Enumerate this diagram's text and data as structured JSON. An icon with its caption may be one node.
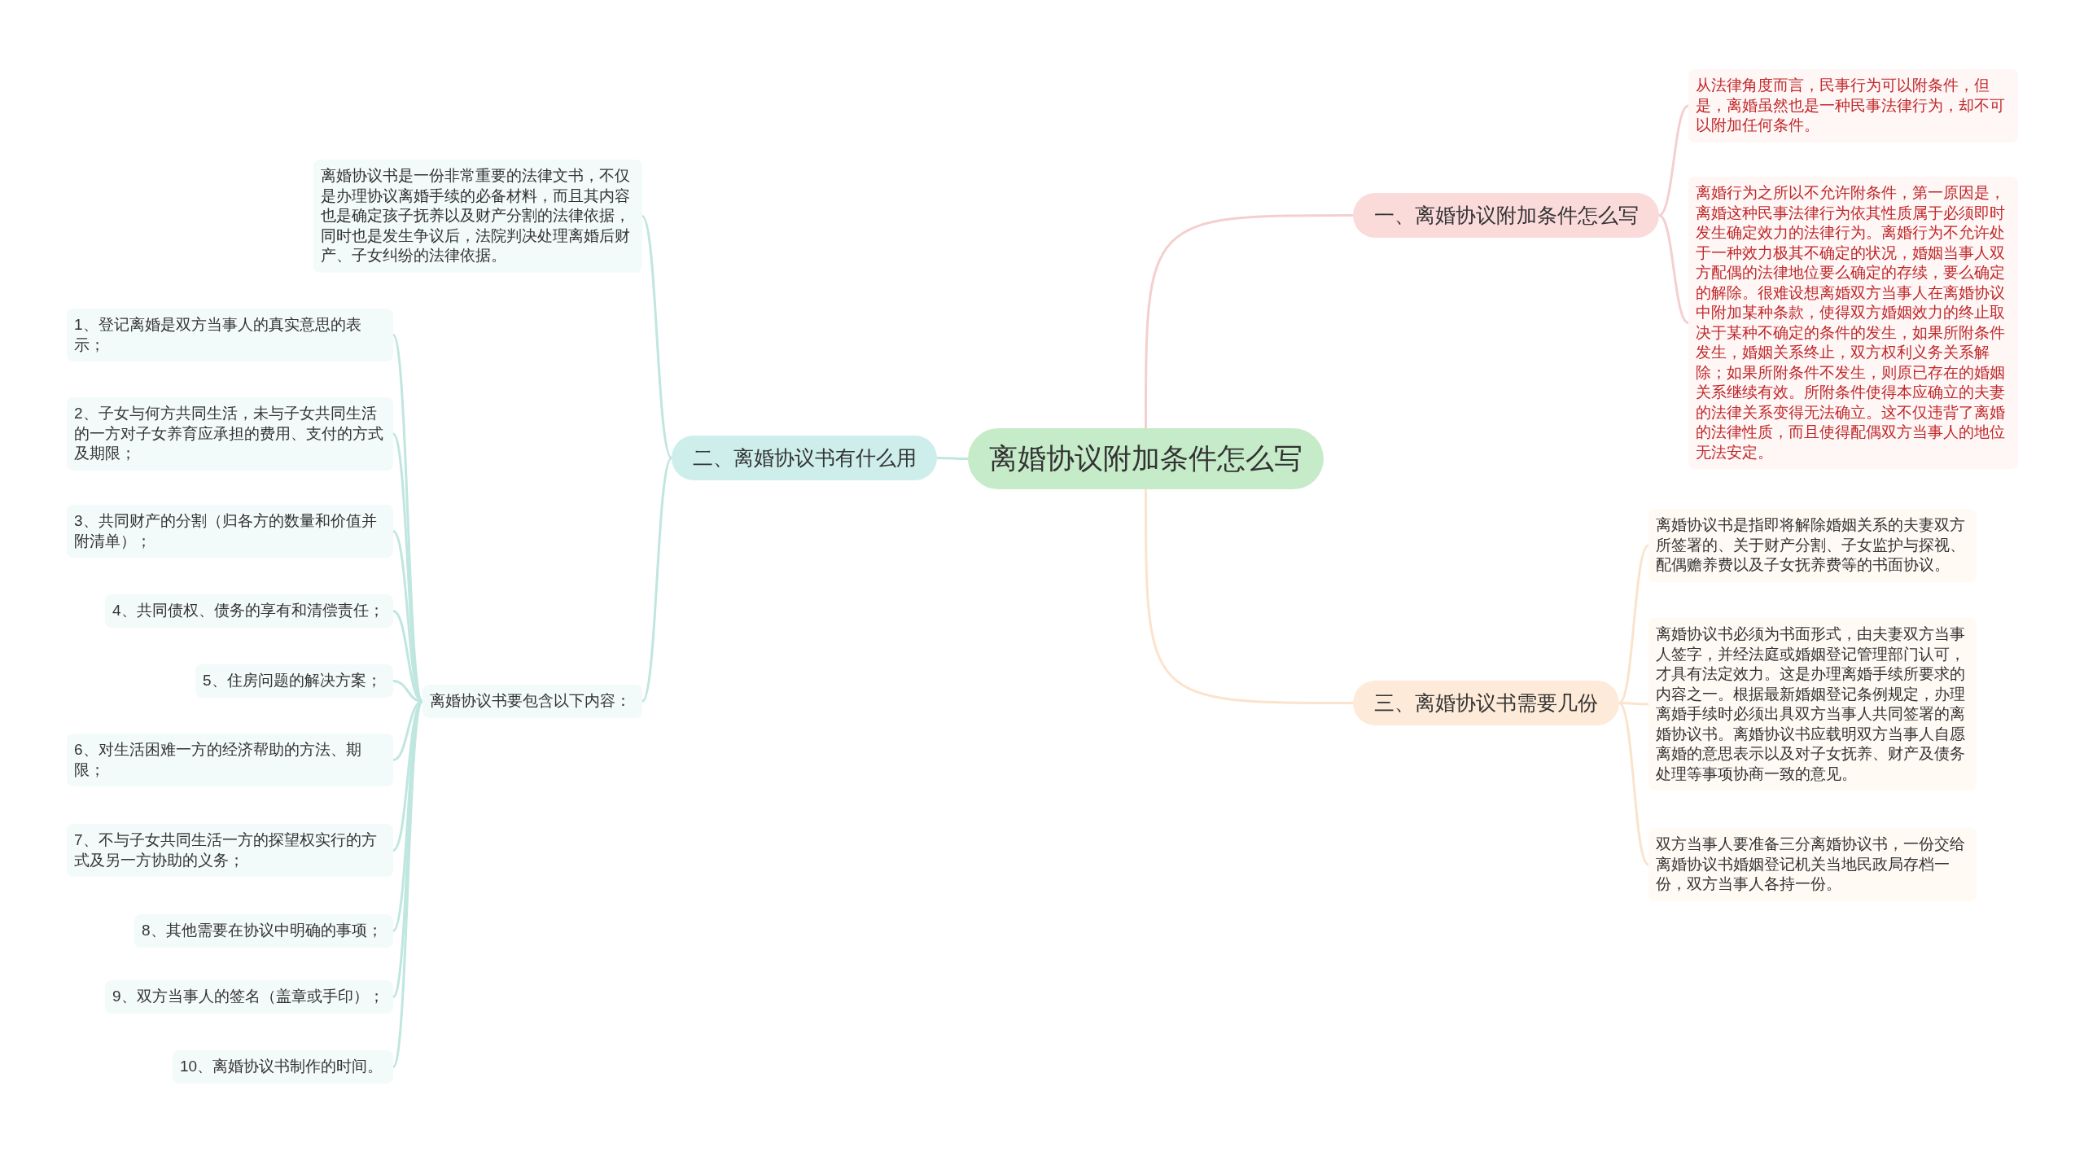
{
  "diagram": {
    "nodes": [
      {
        "text": [
          "离婚协议附加条件怎么写"
        ]
      },
      {
        "text": [
          "一、离婚协议附加条件怎么写"
        ]
      },
      {
        "text": [
          "从法律角度而言，民事行为可以附条件，但是，离婚虽然也是一种民事法律行为，却不可以附加任何条件。"
        ]
      },
      {
        "text": [
          "离婚行为之所以不允许附条件，第一原因是，离婚这种民事法律行为依其性质属于必须即时发生确定效力的法律行为。离婚行为不允许处于一种效力极其不确定的状况，婚姻当事人双方配偶的法律地位要么确定的存续，要么确定的解除。很难设想离婚双方当事人在离婚协议中附加某种条款，使得双方婚姻效力的终止取决于某种不确定的条件的发生，如果所附条件发生，婚姻关系终止，双方权利义务关系解除；如果所附条件不发生，则原已存在的婚姻关系继续有效。所附条件使得本应确立的夫妻的法律关系变得无法确立。这不仅违背了离婚的法律性质，而且使得配偶双方当事人的地位无法安定。"
        ]
      },
      {
        "text": [
          "二、离婚协议书有什么用"
        ]
      },
      {
        "text": [
          "离婚协议书是一份非常重要的法律文书，不仅是办理协议离婚手续的必备材料，而且其内容也是确定孩子抚养以及财产分割的法律依据，同时也是发生争议后，法院判决处理离婚后财产、子女纠纷的法律依据。"
        ]
      },
      {
        "text": [
          "离婚协议书要包含以下内容："
        ]
      },
      {
        "text": [
          "1、登记离婚是双方当事人的真实意思的表示；"
        ]
      },
      {
        "text": [
          "2、子女与何方共同生活，未与子女共同生活的一方对子女养育应承担的费用、支付的方式及期限；"
        ]
      },
      {
        "text": [
          "3、共同财产的分割（归各方的数量和价值并附清单）；"
        ]
      },
      {
        "text": [
          "4、共同债权、债务的享有和清偿责任；"
        ]
      },
      {
        "text": [
          "5、住房问题的解决方案；"
        ]
      },
      {
        "text": [
          "6、对生活困难一方的经济帮助的方法、期限；"
        ]
      },
      {
        "text": [
          "7、不与子女共同生活一方的探望权实行的方式及另一方协助的义务；"
        ]
      },
      {
        "text": [
          "8、其他需要在协议中明确的事项；"
        ]
      },
      {
        "text": [
          "9、双方当事人的签名（盖章或手印）；"
        ]
      },
      {
        "text": [
          "10、离婚协议书制作的时间。"
        ]
      },
      {
        "text": [
          "三、离婚协议书需要几份"
        ]
      },
      {
        "text": [
          "离婚协议书是指即将解除婚姻关系的夫妻双方所签署的、关于财产分割、子女监护与探视、配偶赡养费以及子女抚养费等的书面协议。"
        ]
      },
      {
        "text": [
          "离婚协议书必须为书面形式，由夫妻双方当事人签字，并经法庭或婚姻登记管理部门认可，才具有法定效力。这是办理离婚手续所要求的内容之一。根据最新婚姻登记条例规定，办理离婚手续时必须出具双方当事人共同签署的离婚协议书。离婚协议书应载明双方当事人自愿离婚的意思表示以及对子女抚养、财产及债务处理等事项协商一致的意见。"
        ]
      },
      {
        "text": [
          "双方当事人要准备三分离婚协议书，一份交给离婚协议书婚姻登记机关当地民政局存档一份，双方当事人各持一份。"
        ]
      }
    ],
    "edges": [
      {
        "from": 0,
        "to": 1,
        "arrow": "none",
        "color": "#f5cfcf"
      },
      {
        "from": 1,
        "to": 2,
        "arrow": "none",
        "color": "#f5cfcf"
      },
      {
        "from": 1,
        "to": 3,
        "arrow": "none",
        "color": "#f5cfcf"
      },
      {
        "from": 0,
        "to": 4,
        "arrow": "none"
      },
      {
        "from": 4,
        "to": 5,
        "arrow": "none"
      },
      {
        "from": 4,
        "to": 6,
        "arrow": "none"
      },
      {
        "from": 6,
        "to": 7,
        "arrow": "none"
      },
      {
        "from": 6,
        "to": 8,
        "arrow": "none"
      },
      {
        "from": 6,
        "to": 9,
        "arrow": "none"
      },
      {
        "from": 6,
        "to": 10,
        "arrow": "none"
      },
      {
        "from": 6,
        "to": 11,
        "arrow": "none"
      },
      {
        "from": 6,
        "to": 12,
        "arrow": "none"
      },
      {
        "from": 6,
        "to": 13,
        "arrow": "none"
      },
      {
        "from": 6,
        "to": 14,
        "arrow": "none"
      },
      {
        "from": 6,
        "to": 15,
        "arrow": "none"
      },
      {
        "from": 6,
        "to": 16,
        "arrow": "none"
      },
      {
        "from": 0,
        "to": 17,
        "arrow": "none",
        "color": "#fbe3cc"
      },
      {
        "from": 17,
        "to": 18,
        "arrow": "none",
        "color": "#fbe3cc"
      },
      {
        "from": 17,
        "to": 19,
        "arrow": "none",
        "color": "#fbe3cc"
      },
      {
        "from": 17,
        "to": 20,
        "arrow": "none",
        "color": "#fbe3cc"
      }
    ]
  }
}
